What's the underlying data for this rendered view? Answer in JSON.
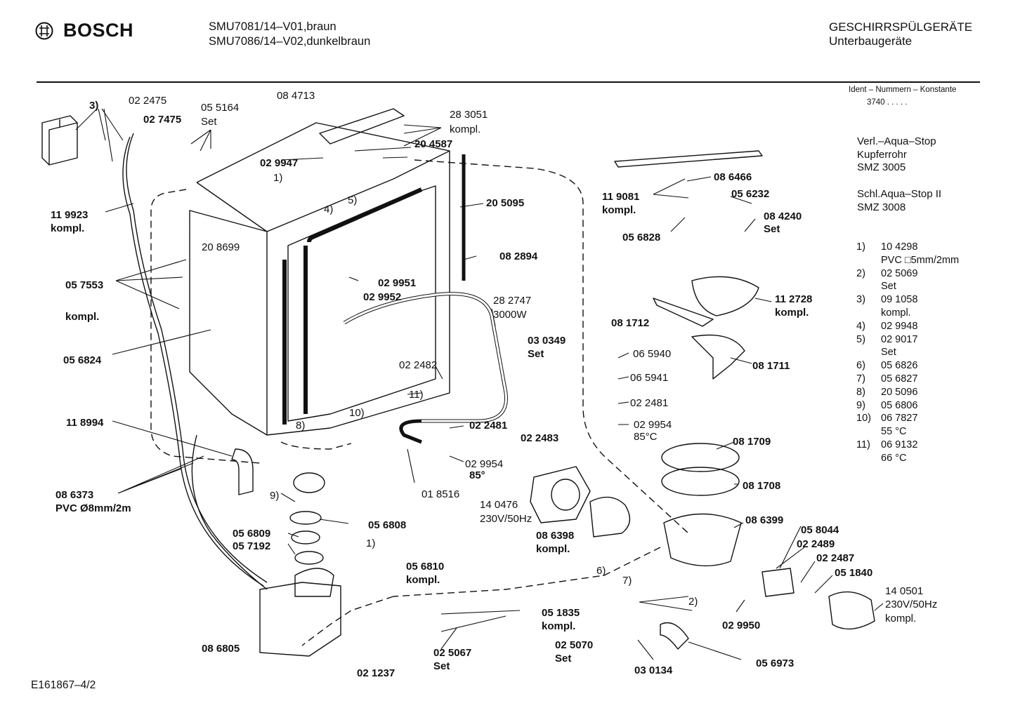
{
  "header": {
    "brand": "BOSCH",
    "model_line_1": "SMU7081/14–V01,braun",
    "model_line_2": "SMU7086/14–V02,dunkelbraun",
    "category": "GESCHIRRSPÜLGERÄTE",
    "subcategory": "Unterbaugeräte"
  },
  "ident": {
    "label": "Ident – Nummern – Konstante",
    "value": "3740  .  .  .  .  ."
  },
  "notes": [
    [
      "Verl.–Aqua–Stop",
      "Kupferrohr",
      "SMZ 3005"
    ],
    [
      "Schl.Aqua–Stop II",
      "SMZ 3008"
    ]
  ],
  "legend": [
    {
      "key": "1)",
      "lines": [
        "10 4298",
        "PVC □5mm/2mm"
      ]
    },
    {
      "key": "2)",
      "lines": [
        "02 5069",
        "Set"
      ]
    },
    {
      "key": "3)",
      "lines": [
        "09 1058",
        "kompl."
      ]
    },
    {
      "key": "4)",
      "lines": [
        "02 9948"
      ]
    },
    {
      "key": "5)",
      "lines": [
        "02 9017",
        "Set"
      ]
    },
    {
      "key": "6)",
      "lines": [
        "05 6826"
      ]
    },
    {
      "key": "7)",
      "lines": [
        "05 6827"
      ]
    },
    {
      "key": "8)",
      "lines": [
        "20 5096"
      ]
    },
    {
      "key": "9)",
      "lines": [
        "05 6806"
      ]
    },
    {
      "key": "10)",
      "lines": [
        "06 7827",
        "55 °C"
      ]
    },
    {
      "key": "11)",
      "lines": [
        "06 9132",
        "66 °C"
      ]
    }
  ],
  "footer": "E161867–4/2",
  "labels": [
    {
      "t": "3)",
      "b": true
    },
    {
      "t": "02 2475"
    },
    {
      "t": "02 7475",
      "b": true
    },
    {
      "t": "05 5164"
    },
    {
      "t": "Set"
    },
    {
      "t": "08 4713"
    },
    {
      "t": "28 3051"
    },
    {
      "t": "kompl."
    },
    {
      "t": "20 4587",
      "b": true
    },
    {
      "t": "02 9947",
      "b": true
    },
    {
      "t": "1)"
    },
    {
      "t": "4)"
    },
    {
      "t": "5)"
    },
    {
      "t": "20 5095",
      "b": true
    },
    {
      "t": "11 9923",
      "b": true
    },
    {
      "t": "kompl.",
      "b": true
    },
    {
      "t": "20 8699"
    },
    {
      "t": "08 2894",
      "b": true
    },
    {
      "t": "02 9951",
      "b": true
    },
    {
      "t": "02 9952",
      "b": true
    },
    {
      "t": "05 7553",
      "b": true
    },
    {
      "t": "kompl.",
      "b": true
    },
    {
      "t": "28 2747"
    },
    {
      "t": "3000W"
    },
    {
      "t": "05 6824",
      "b": true
    },
    {
      "t": "03 0349",
      "b": true
    },
    {
      "t": "Set",
      "b": true
    },
    {
      "t": "02 2482"
    },
    {
      "t": "11)"
    },
    {
      "t": "10)"
    },
    {
      "t": "8)"
    },
    {
      "t": "11 8994",
      "b": true
    },
    {
      "t": "02 2481",
      "b": true
    },
    {
      "t": "02 2483",
      "b": true
    },
    {
      "t": "02 9954"
    },
    {
      "t": "85°",
      "b": true
    },
    {
      "t": "08 6373",
      "b": true
    },
    {
      "t": "PVC Ø8mm/2m",
      "b": true
    },
    {
      "t": "9)"
    },
    {
      "t": "01 8516"
    },
    {
      "t": "14 0476"
    },
    {
      "t": "230V/50Hz"
    },
    {
      "t": "05 6808",
      "b": true
    },
    {
      "t": "05 6809",
      "b": true
    },
    {
      "t": "05 7192",
      "b": true
    },
    {
      "t": "1)"
    },
    {
      "t": "08 6398",
      "b": true
    },
    {
      "t": "kompl.",
      "b": true
    },
    {
      "t": "05 6810",
      "b": true
    },
    {
      "t": "kompl.",
      "b": true
    },
    {
      "t": "6)"
    },
    {
      "t": "7)"
    },
    {
      "t": "05 1835",
      "b": true
    },
    {
      "t": "kompl.",
      "b": true
    },
    {
      "t": "08 6805",
      "b": true
    },
    {
      "t": "02 5067",
      "b": true
    },
    {
      "t": "Set",
      "b": true
    },
    {
      "t": "02 5070",
      "b": true
    },
    {
      "t": "Set",
      "b": true
    },
    {
      "t": "02 1237",
      "b": true
    },
    {
      "t": "2)"
    },
    {
      "t": "03 0134",
      "b": true
    },
    {
      "t": "05 6973",
      "b": true
    },
    {
      "t": "02 9950",
      "b": true
    },
    {
      "t": "08 6466",
      "b": true
    },
    {
      "t": "11 9081",
      "b": true
    },
    {
      "t": "kompl.",
      "b": true
    },
    {
      "t": "05 6232",
      "b": true
    },
    {
      "t": "08 4240",
      "b": true
    },
    {
      "t": "Set",
      "b": true
    },
    {
      "t": "05 6828",
      "b": true
    },
    {
      "t": "11 2728",
      "b": true
    },
    {
      "t": "kompl.",
      "b": true
    },
    {
      "t": "08 1712",
      "b": true
    },
    {
      "t": "06 5940"
    },
    {
      "t": "08 1711",
      "b": true
    },
    {
      "t": "06 5941"
    },
    {
      "t": "02 2481"
    },
    {
      "t": "02 9954"
    },
    {
      "t": "85°C"
    },
    {
      "t": "08 1709",
      "b": true
    },
    {
      "t": "08 1708",
      "b": true
    },
    {
      "t": "08 6399",
      "b": true
    },
    {
      "t": "05 8044",
      "b": true
    },
    {
      "t": "02 2489",
      "b": true
    },
    {
      "t": "02 2487",
      "b": true
    },
    {
      "t": "05 1840",
      "b": true
    },
    {
      "t": "14 0501"
    },
    {
      "t": "230V/50Hz"
    },
    {
      "t": "kompl."
    }
  ]
}
